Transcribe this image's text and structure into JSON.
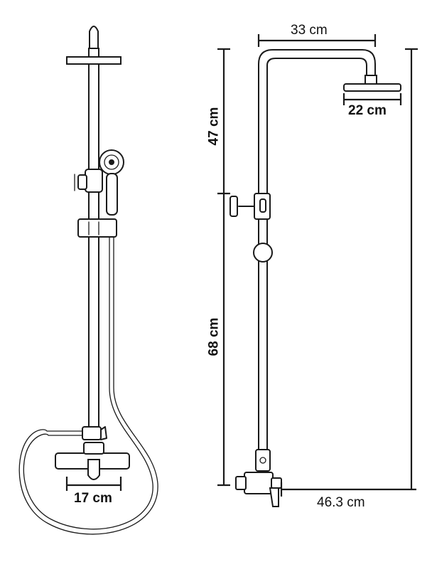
{
  "dimensions": {
    "width_top": "33 cm",
    "head_diameter": "22 cm",
    "upper_height": "47 cm",
    "lower_height": "68 cm",
    "mixer_width": "17 cm",
    "total_depth": "46.3 cm"
  }
}
